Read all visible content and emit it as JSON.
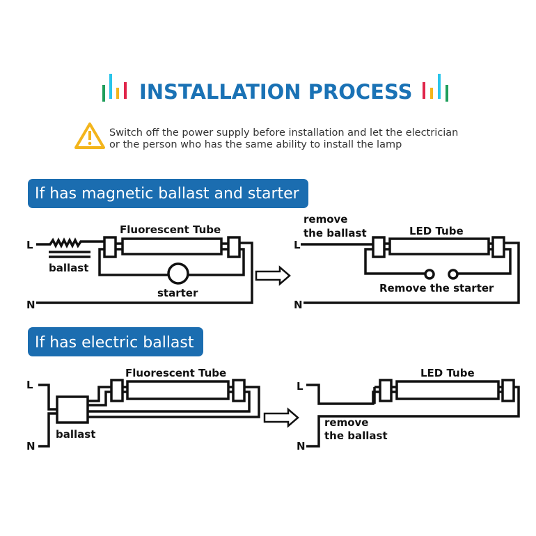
{
  "header": {
    "title": "INSTALLATION PROCESS",
    "title_color": "#1a72b5",
    "bar_colors": [
      "#1f9e5b",
      "#29c4ea",
      "#f3b51c",
      "#e0254a"
    ],
    "warning_icon": "warning-triangle-icon",
    "warning_line1": "Switch off the power supply before installation and let the electrician",
    "warning_line2": "or the person who has the same ability to install the lamp"
  },
  "section1": {
    "label": "If has magnetic ballast and starter",
    "label_bg": "#1b6db0",
    "before": {
      "L": "L",
      "N": "N",
      "tube": "Fluorescent Tube",
      "ballast": "ballast",
      "starter": "starter"
    },
    "after": {
      "L": "L",
      "N": "N",
      "tube": "LED Tube",
      "remove1": "remove",
      "remove2": "the ballast",
      "remove_starter": "Remove the starter"
    }
  },
  "section2": {
    "label": "If has electric ballast",
    "before": {
      "L": "L",
      "N": "N",
      "tube": "Fluorescent Tube",
      "ballast": "ballast"
    },
    "after": {
      "L": "L",
      "N": "N",
      "tube": "LED Tube",
      "remove1": "remove",
      "remove2": "the ballast"
    }
  }
}
